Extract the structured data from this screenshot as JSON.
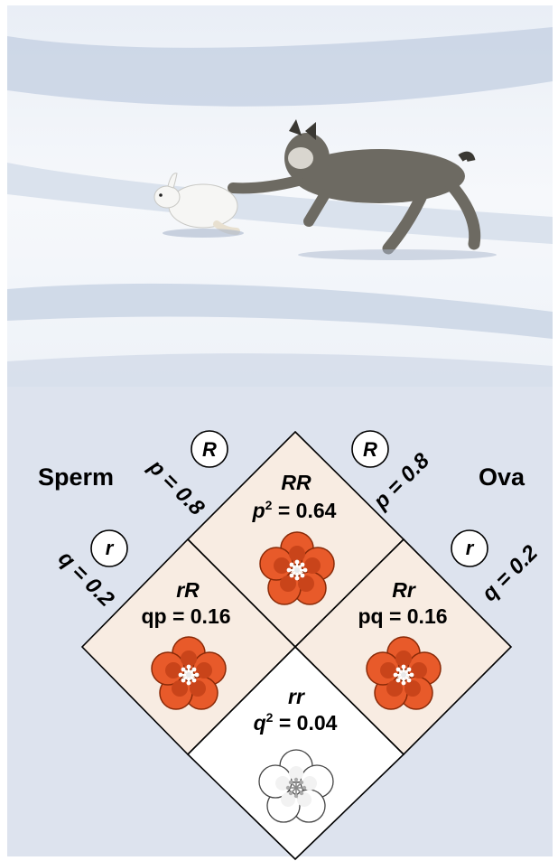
{
  "photo": {
    "subject": "lynx chasing snowshoe hare on snow",
    "colors": {
      "snow": "#f4f6fa",
      "shadow": "#b9c6dc",
      "lynx": "#6d6a62",
      "hare": "#f6f6f4"
    }
  },
  "diagram": {
    "colors": {
      "panel_bg": "#dde3ee",
      "cell_fill": "#f8ece2",
      "cell_white": "#ffffff",
      "flower_red": "#e85a2a",
      "flower_dark": "#c03e16",
      "flower_white": "#ffffff"
    },
    "sperm_label": "Sperm",
    "ova_label": "Ova",
    "allele_R": "R",
    "allele_r": "r",
    "sperm_p": "p = 0.8",
    "sperm_q": "q = 0.2",
    "ova_p": "p = 0.8",
    "ova_q": "q = 0.2",
    "cells": {
      "RR": {
        "genotype": "RR",
        "freq_var": "p",
        "freq_exp": "2",
        "freq_val": " = 0.64",
        "flower": "red"
      },
      "rR": {
        "genotype": "rR",
        "freq": "qp = 0.16",
        "flower": "red"
      },
      "Rr": {
        "genotype": "Rr",
        "freq": "pq = 0.16",
        "flower": "red"
      },
      "rr": {
        "genotype": "rr",
        "freq_var": "q",
        "freq_exp": "2",
        "freq_val": " = 0.04",
        "flower": "white"
      }
    }
  }
}
